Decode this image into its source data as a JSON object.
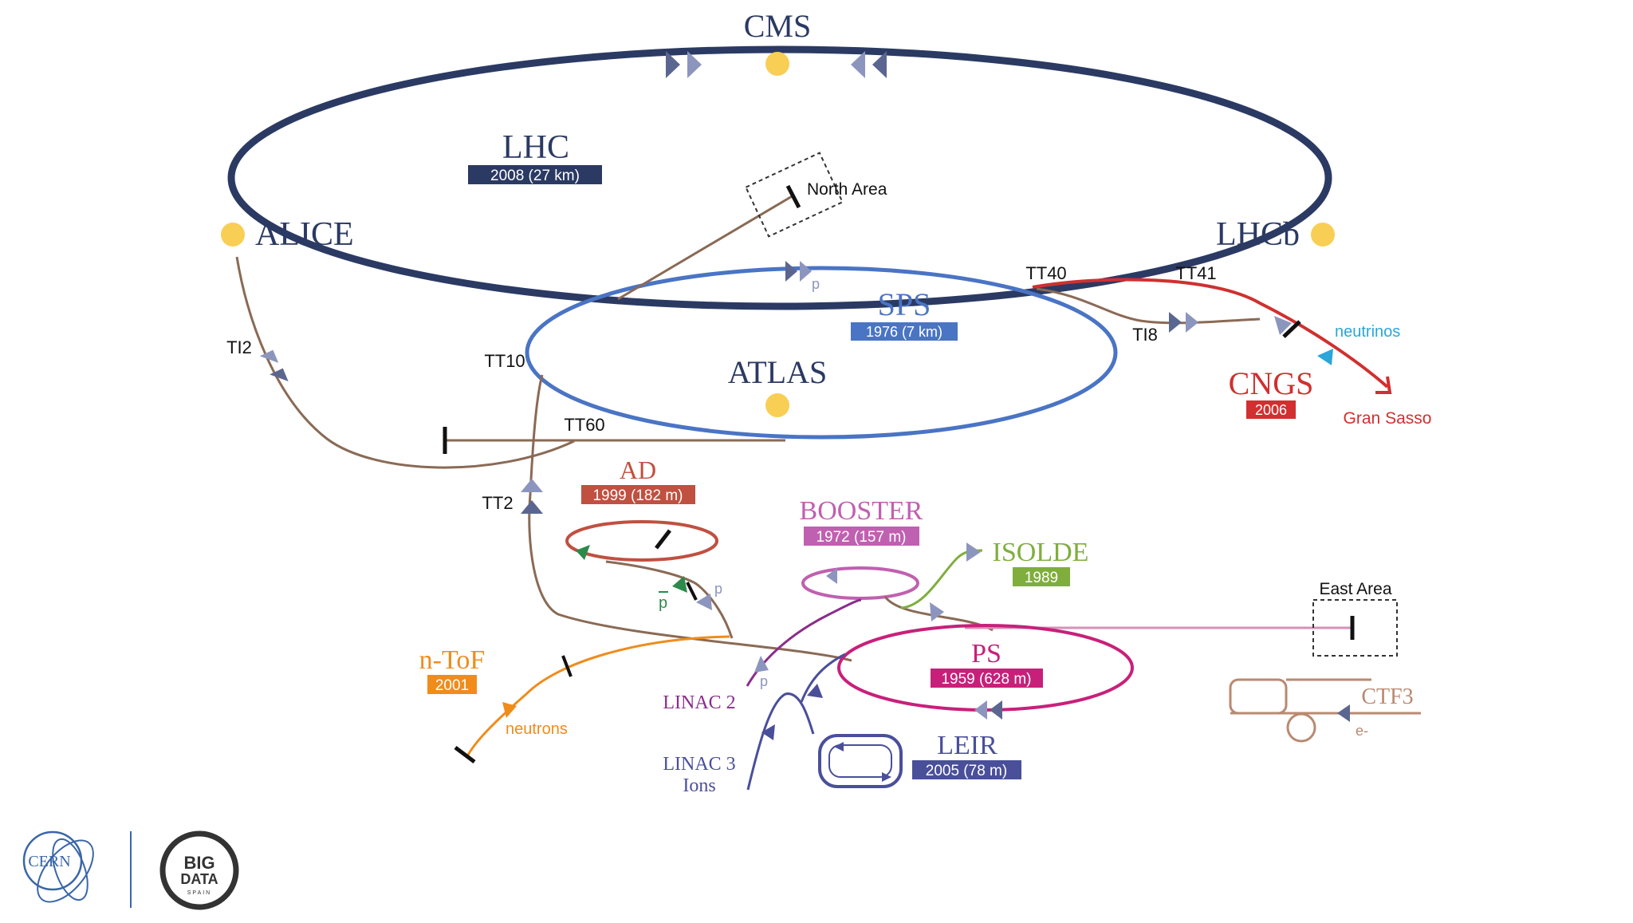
{
  "colors": {
    "lhc": "#2b3a63",
    "sps": "#4a74c4",
    "brown": "#8a6a55",
    "cngs": "#d03030",
    "neutrinos": "#2aa6d8",
    "ad": "#c05040",
    "booster": "#c060b0",
    "isolde": "#7fae3d",
    "ps": "#c8207a",
    "ntof": "#ef8c1c",
    "linac2": "#8a2d8a",
    "linac3": "#4a4f9a",
    "leir": "#4a4f9a",
    "ctf3": "#b88a70",
    "arrow": "#8c95bd",
    "arrowdark": "#5b6690",
    "dot": "#f8cf54"
  },
  "machines": {
    "lhc": {
      "name": "LHC",
      "detail": "2008 (27 km)"
    },
    "sps": {
      "name": "SPS",
      "detail": "1976 (7 km)"
    },
    "cngs": {
      "name": "CNGS",
      "detail": "2006"
    },
    "ad": {
      "name": "AD",
      "detail": "1999 (182 m)"
    },
    "booster": {
      "name": "BOOSTER",
      "detail": "1972 (157 m)"
    },
    "isolde": {
      "name": "ISOLDE",
      "detail": "1989"
    },
    "ps": {
      "name": "PS",
      "detail": "1959 (628 m)"
    },
    "ntof": {
      "name": "n-ToF",
      "detail": "2001"
    },
    "leir": {
      "name": "LEIR",
      "detail": "2005 (78 m)"
    },
    "ctf3": {
      "name": "CTF3"
    }
  },
  "experiments": {
    "cms": "CMS",
    "alice": "ALICE",
    "lhcb": "LHCb",
    "atlas": "ATLAS"
  },
  "lines": {
    "tt40": "TT40",
    "tt41": "TT41",
    "ti8": "TI8",
    "ti2": "TI2",
    "tt10": "TT10",
    "tt60": "TT60",
    "tt2": "TT2"
  },
  "areas": {
    "north": "North Area",
    "east": "East Area",
    "gran_sasso": "Gran Sasso"
  },
  "particles": {
    "neutrinos": "neutrinos",
    "neutrons": "neutrons",
    "p_sps": "p",
    "p_ad": "p",
    "pbar": "p",
    "p_linac2": "p",
    "electron": "e-"
  },
  "linacs": {
    "linac2": "LINAC 2",
    "linac3_line1": "LINAC 3",
    "linac3_line2": "Ions"
  },
  "logos": {
    "cern": "CERN",
    "bigdata_line1": "BIG",
    "bigdata_line2": "DATA",
    "bigdata_line3": "SPAIN"
  }
}
